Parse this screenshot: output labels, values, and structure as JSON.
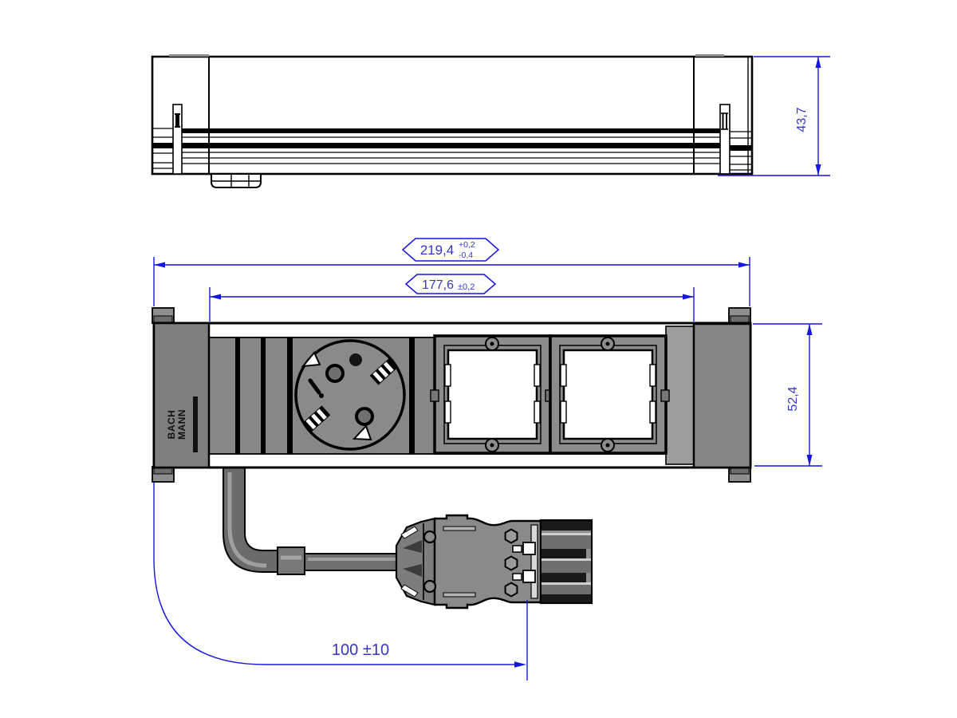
{
  "drawing": {
    "type": "technical-dimension-drawing",
    "views": {
      "side_view": "power strip side profile",
      "front_view": "power strip front with 1 socket and 2 module frames",
      "cable_view": "mains cable with snap-in connector"
    },
    "logo": {
      "line1": "BACH",
      "line2": "MANN"
    },
    "dims": {
      "side_height": {
        "value": "43,7"
      },
      "overall_width": {
        "value": "219,4",
        "tol_upper": "+0,2",
        "tol_lower": "-0,4"
      },
      "module_width": {
        "value": "177,6",
        "tol": "±0,2"
      },
      "front_height": {
        "value": "52,4"
      },
      "cable_length": {
        "value": "100 ±10"
      }
    },
    "colors": {
      "dimension_line_blue": "#1616e0",
      "dimension_text_blue": "#3535cb",
      "body_gray": "#878787",
      "end_cap_gray": "#7e7e7e",
      "outline_black": "#000000",
      "window_white": "#ffffff"
    }
  }
}
